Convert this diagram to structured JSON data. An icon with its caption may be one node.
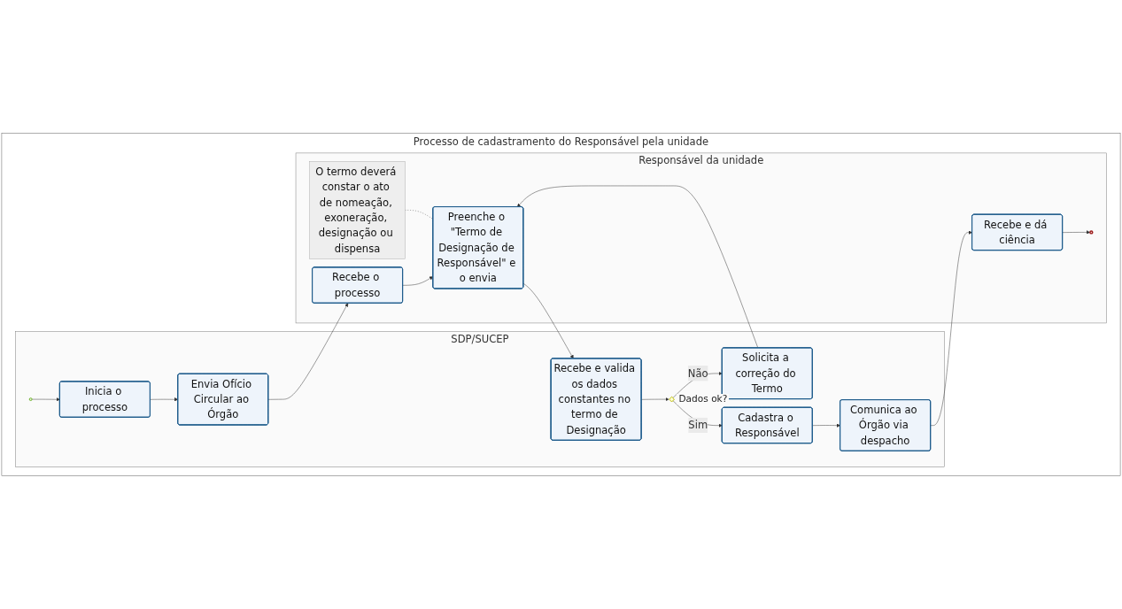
{
  "diagram": {
    "nodes": [
      {
        "text": [
          "Processo de cadastramento do Responsável pela unidade"
        ]
      },
      {
        "text": [
          "Responsável da unidade"
        ],
        "in": 0
      },
      {
        "text": [
          "SDP/SUCEP"
        ],
        "in": 0
      },
      {
        "text": [
          "Recebe o processo"
        ],
        "in": 1
      },
      {
        "text": [
          "Preenche o \"Termo de Designação de Responsável\" e o envia"
        ],
        "in": 1
      },
      {
        "text": [
          "O termo deverá constar o ato de nomeação, exoneração, designação ou dispensa"
        ],
        "in": 1
      },
      {
        "text": [],
        "shape": "circle",
        "in": 1
      },
      {
        "text": [
          "Recebe e dá ciência"
        ],
        "in": 1
      },
      {
        "text": [
          "Envia Ofício Circular ao Órgão"
        ],
        "in": 2
      },
      {
        "text": [
          "Recebe e valida os dados constantes no termo de Designação"
        ],
        "in": 2
      },
      {
        "text": [],
        "shape": "diamond",
        "beside": [
          "Dados ok?"
        ],
        "in": 2
      },
      {
        "text": [
          "Solicita a correção do Termo"
        ],
        "in": 2
      },
      {
        "text": [
          "Comunica ao Órgão via despacho"
        ],
        "in": 2
      },
      {
        "text": [
          "Inicia o processo"
        ],
        "in": 2
      },
      {
        "text": [],
        "shape": "circle",
        "in": 2
      },
      {
        "text": [
          "Cadastra o Responsável"
        ],
        "in": 2
      }
    ],
    "edges": [
      {
        "from": 14,
        "to": 13,
        "arrow": "to"
      },
      {
        "from": 13,
        "to": 8,
        "arrow": "to"
      },
      {
        "from": 8,
        "to": 3,
        "arrow": "to"
      },
      {
        "from": 3,
        "to": 4,
        "arrow": "to"
      },
      {
        "from": 5,
        "to": 4,
        "arrow": "none",
        "style": "dashed"
      },
      {
        "from": 4,
        "to": 9,
        "arrow": "to"
      },
      {
        "from": 9,
        "to": 10,
        "arrow": "to"
      },
      {
        "from": 10,
        "to": 11,
        "arrow": "to",
        "label": "Não"
      },
      {
        "from": 10,
        "to": 15,
        "arrow": "to",
        "label": "Sim"
      },
      {
        "from": 11,
        "to": 4,
        "arrow": "to"
      },
      {
        "from": 15,
        "to": 12,
        "arrow": "to"
      },
      {
        "from": 12,
        "to": 7,
        "arrow": "to"
      },
      {
        "from": 7,
        "to": 6,
        "arrow": "to"
      }
    ]
  }
}
